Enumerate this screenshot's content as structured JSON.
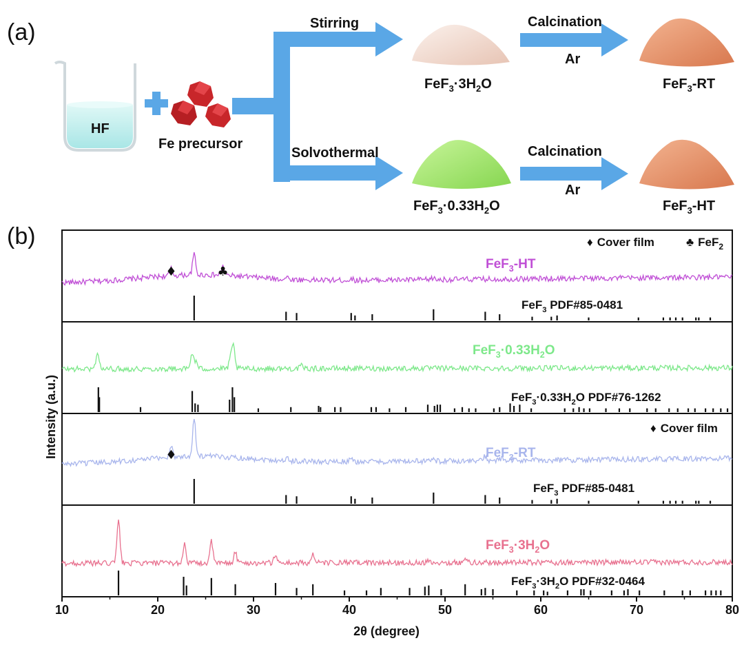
{
  "panel_a": {
    "label": "(a)",
    "beaker_label": "HF",
    "precursor_label": "Fe precursor",
    "route_top": "Stirring",
    "route_bottom": "Solvothermal",
    "calcination_top": "Calcination",
    "calcination_bottom": "Calcination",
    "gas_top": "Ar",
    "gas_bottom": "Ar",
    "product_top_mid": {
      "main": "FeF",
      "sub1": "3",
      "rest": "·3H",
      "sub2": "2",
      "tail": "O"
    },
    "product_top_end": {
      "main": "FeF",
      "sub1": "3",
      "rest": "-RT"
    },
    "product_bottom_mid": {
      "main": "FeF",
      "sub1": "3",
      "rest": "·0.33H",
      "sub2": "2",
      "tail": "O"
    },
    "product_bottom_end": {
      "main": "FeF",
      "sub1": "3",
      "rest": "-HT"
    },
    "colors": {
      "arrow": "#5aa7e6",
      "plus": "#5aa7e6",
      "powder_white": "#f1dcd2",
      "powder_green": "#a6e96b",
      "powder_orange": "#e49670",
      "crystal": "#c8262a",
      "liquid": "#c9f1f0"
    }
  },
  "panel_b": {
    "label": "(b)",
    "legend_top": {
      "marker1": "♦",
      "text1": "Cover film",
      "marker2": "♣",
      "text2_main": "FeF",
      "text2_sub": "2"
    },
    "legend_third": {
      "marker": "♦",
      "text": "Cover film"
    }
  },
  "chart_data": {
    "type": "line",
    "xlabel": "2θ (degree)",
    "ylabel": "Intensity (a.u.)",
    "xlim": [
      10,
      80
    ],
    "xticks": [
      10,
      20,
      30,
      40,
      50,
      60,
      70,
      80
    ],
    "xtick_labels": [
      "10",
      "20",
      "30",
      "40",
      "50",
      "60",
      "70",
      "80"
    ],
    "panels": [
      {
        "series": {
          "main": "FeF",
          "sub1": "3",
          "rest": "-HT",
          "color": "#c04fd6"
        },
        "reference": {
          "main": "FeF",
          "sub1": "3",
          "rest": " PDF#85-0481"
        },
        "peaks": [
          [
            21.4,
            0.25
          ],
          [
            23.8,
            0.75
          ],
          [
            26.8,
            0.32
          ],
          [
            33.5,
            0.07
          ],
          [
            40.2,
            0.05
          ],
          [
            48.7,
            0.06
          ]
        ],
        "ref_lines": [
          [
            23.8,
            1.0
          ],
          [
            33.4,
            0.35
          ],
          [
            34.5,
            0.3
          ],
          [
            40.2,
            0.3
          ],
          [
            40.6,
            0.2
          ],
          [
            42.4,
            0.25
          ],
          [
            48.8,
            0.45
          ],
          [
            54.2,
            0.35
          ],
          [
            55.7,
            0.25
          ],
          [
            59.1,
            0.15
          ],
          [
            61.1,
            0.15
          ],
          [
            61.7,
            0.2
          ],
          [
            65.0,
            0.12
          ],
          [
            70.2,
            0.12
          ],
          [
            72.8,
            0.12
          ],
          [
            73.5,
            0.12
          ],
          [
            74.1,
            0.12
          ],
          [
            74.8,
            0.12
          ],
          [
            76.2,
            0.12
          ],
          [
            76.5,
            0.12
          ],
          [
            77.7,
            0.12
          ]
        ],
        "markers": [
          {
            "x": 21.4,
            "symbol": "♦"
          },
          {
            "x": 26.8,
            "symbol": "♣"
          }
        ]
      },
      {
        "series": {
          "main": "FeF",
          "sub1": "3",
          "rest": "·0.33H",
          "sub2": "2",
          "tail": "O",
          "color": "#7de88a"
        },
        "reference": {
          "main": "FeF",
          "sub1": "3",
          "rest": "·0.33H",
          "sub2": "2",
          "tail": "O PDF#76-1262"
        },
        "peaks": [
          [
            13.7,
            0.55
          ],
          [
            23.6,
            0.5
          ],
          [
            24.0,
            0.2
          ],
          [
            27.6,
            0.3
          ],
          [
            27.9,
            0.7
          ],
          [
            35.0,
            0.08
          ]
        ],
        "ref_lines": [
          [
            13.8,
            1.0
          ],
          [
            13.9,
            0.6
          ],
          [
            18.2,
            0.2
          ],
          [
            23.6,
            0.85
          ],
          [
            23.9,
            0.35
          ],
          [
            24.2,
            0.3
          ],
          [
            27.5,
            0.5
          ],
          [
            27.8,
            1.0
          ],
          [
            28.0,
            0.6
          ],
          [
            30.5,
            0.15
          ],
          [
            33.9,
            0.2
          ],
          [
            36.8,
            0.25
          ],
          [
            37.0,
            0.2
          ],
          [
            38.5,
            0.2
          ],
          [
            39.1,
            0.2
          ],
          [
            42.3,
            0.2
          ],
          [
            42.8,
            0.2
          ],
          [
            44.2,
            0.15
          ],
          [
            45.9,
            0.2
          ],
          [
            48.2,
            0.3
          ],
          [
            48.9,
            0.25
          ],
          [
            49.2,
            0.3
          ],
          [
            49.5,
            0.3
          ],
          [
            51.0,
            0.15
          ],
          [
            51.8,
            0.2
          ],
          [
            52.5,
            0.15
          ],
          [
            53.2,
            0.15
          ],
          [
            55.1,
            0.15
          ],
          [
            55.7,
            0.2
          ],
          [
            56.8,
            0.35
          ],
          [
            57.2,
            0.25
          ],
          [
            57.8,
            0.3
          ],
          [
            59.0,
            0.15
          ],
          [
            62.5,
            0.15
          ],
          [
            63.4,
            0.15
          ],
          [
            64.0,
            0.2
          ],
          [
            64.5,
            0.15
          ],
          [
            65.1,
            0.15
          ],
          [
            66.8,
            0.15
          ],
          [
            68.2,
            0.15
          ],
          [
            69.3,
            0.15
          ],
          [
            71.1,
            0.15
          ],
          [
            72.0,
            0.15
          ],
          [
            73.4,
            0.15
          ],
          [
            74.3,
            0.15
          ],
          [
            75.4,
            0.15
          ],
          [
            76.1,
            0.15
          ],
          [
            77.2,
            0.15
          ],
          [
            78.0,
            0.15
          ],
          [
            78.8,
            0.15
          ],
          [
            79.5,
            0.15
          ]
        ],
        "markers": []
      },
      {
        "series": {
          "main": "FeF",
          "sub1": "3",
          "rest": "-RT",
          "color": "#a8b5ec"
        },
        "reference": {
          "main": "FeF",
          "sub1": "3",
          "rest": " PDF#85-0481"
        },
        "peaks": [
          [
            21.4,
            0.3
          ],
          [
            23.8,
            1.0
          ],
          [
            33.5,
            0.06
          ],
          [
            40.2,
            0.06
          ],
          [
            48.7,
            0.1
          ],
          [
            54.2,
            0.12
          ],
          [
            56.0,
            0.06
          ]
        ],
        "ref_lines": [
          [
            23.8,
            1.0
          ],
          [
            33.4,
            0.35
          ],
          [
            34.5,
            0.3
          ],
          [
            40.2,
            0.3
          ],
          [
            40.6,
            0.2
          ],
          [
            42.4,
            0.25
          ],
          [
            48.8,
            0.45
          ],
          [
            54.2,
            0.35
          ],
          [
            55.7,
            0.25
          ],
          [
            59.1,
            0.15
          ],
          [
            61.1,
            0.15
          ],
          [
            61.7,
            0.2
          ],
          [
            65.0,
            0.12
          ],
          [
            70.2,
            0.12
          ],
          [
            72.8,
            0.12
          ],
          [
            73.5,
            0.12
          ],
          [
            74.1,
            0.12
          ],
          [
            74.8,
            0.12
          ],
          [
            76.2,
            0.12
          ],
          [
            76.5,
            0.12
          ],
          [
            77.7,
            0.12
          ]
        ],
        "markers": [
          {
            "x": 21.4,
            "symbol": "♦"
          }
        ]
      },
      {
        "series": {
          "main": "FeF",
          "sub1": "3",
          "rest": "·3H",
          "sub2": "2",
          "tail": "O",
          "color": "#e8718f"
        },
        "reference": {
          "main": "FeF",
          "sub1": "3",
          "rest": "·3H",
          "sub2": "2",
          "tail": "O PDF#32-0464"
        },
        "peaks": [
          [
            15.9,
            1.0
          ],
          [
            22.8,
            0.45
          ],
          [
            25.6,
            0.5
          ],
          [
            28.1,
            0.25
          ],
          [
            32.3,
            0.2
          ],
          [
            36.2,
            0.2
          ],
          [
            48.2,
            0.08
          ],
          [
            52.2,
            0.08
          ]
        ],
        "ref_lines": [
          [
            15.9,
            1.0
          ],
          [
            22.7,
            0.75
          ],
          [
            23.0,
            0.4
          ],
          [
            25.6,
            0.7
          ],
          [
            28.1,
            0.45
          ],
          [
            32.3,
            0.5
          ],
          [
            34.5,
            0.3
          ],
          [
            36.2,
            0.45
          ],
          [
            39.5,
            0.2
          ],
          [
            41.8,
            0.2
          ],
          [
            43.3,
            0.3
          ],
          [
            46.3,
            0.3
          ],
          [
            47.9,
            0.35
          ],
          [
            48.3,
            0.4
          ],
          [
            49.6,
            0.25
          ],
          [
            52.1,
            0.45
          ],
          [
            53.8,
            0.25
          ],
          [
            54.2,
            0.3
          ],
          [
            55.0,
            0.25
          ],
          [
            57.5,
            0.2
          ],
          [
            59.3,
            0.2
          ],
          [
            60.3,
            0.2
          ],
          [
            60.7,
            0.15
          ],
          [
            62.8,
            0.2
          ],
          [
            64.2,
            0.25
          ],
          [
            64.5,
            0.25
          ],
          [
            65.2,
            0.2
          ],
          [
            67.4,
            0.2
          ],
          [
            68.7,
            0.2
          ],
          [
            69.1,
            0.25
          ],
          [
            70.3,
            0.2
          ],
          [
            72.9,
            0.2
          ],
          [
            74.8,
            0.2
          ],
          [
            75.6,
            0.2
          ],
          [
            77.2,
            0.2
          ],
          [
            77.8,
            0.2
          ],
          [
            78.3,
            0.2
          ],
          [
            78.8,
            0.2
          ]
        ],
        "markers": []
      }
    ]
  }
}
